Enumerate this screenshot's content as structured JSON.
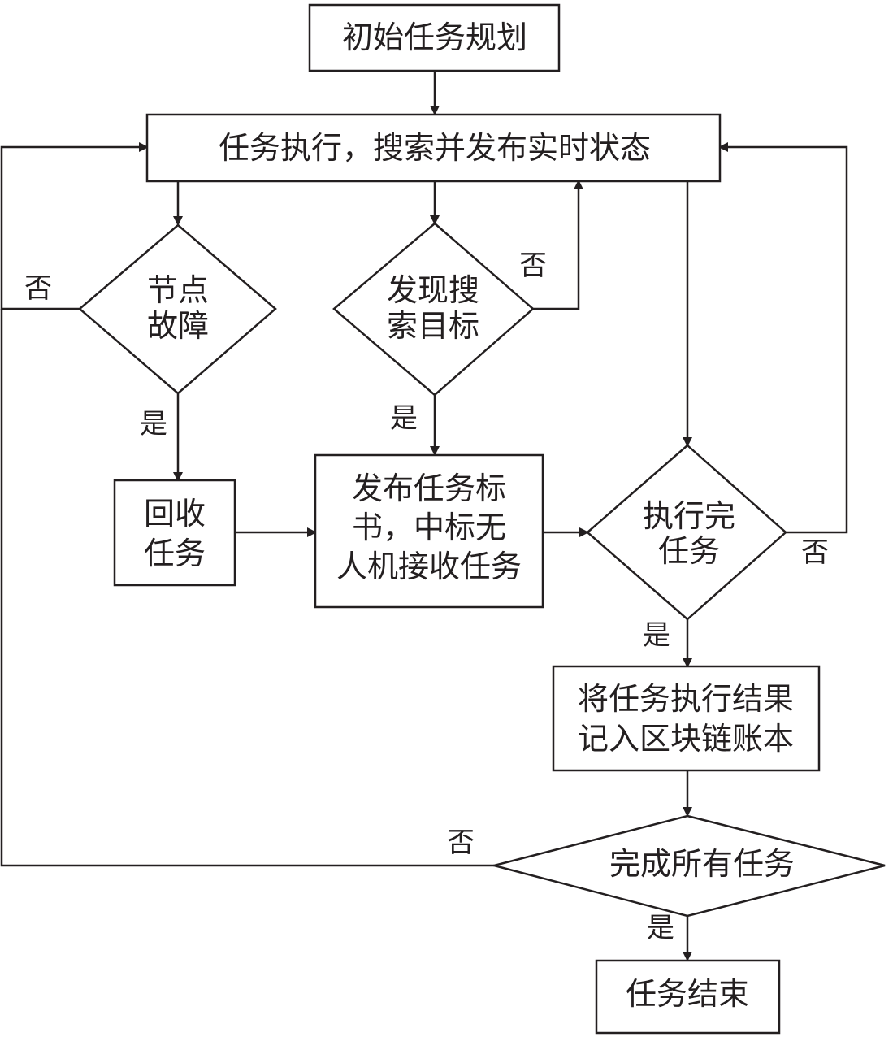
{
  "flowchart": {
    "nodes": {
      "initial_planning": {
        "lines": [
          "初始任务规划"
        ]
      },
      "execute_search": {
        "lines": [
          "任务执行，搜索并发布实时状态"
        ]
      },
      "node_failure": {
        "lines": [
          "节点",
          "故障"
        ]
      },
      "target_found": {
        "lines": [
          "发现搜",
          "索目标"
        ]
      },
      "recover_task": {
        "lines": [
          "回收",
          "任务"
        ]
      },
      "publish_tender": {
        "lines": [
          "发布任务标",
          "书，中标无",
          "人机接收任务"
        ]
      },
      "task_done": {
        "lines": [
          "执行完",
          "任务"
        ]
      },
      "record_ledger": {
        "lines": [
          "将任务执行结果",
          "记入区块链账本"
        ]
      },
      "all_done": {
        "lines": [
          "完成所有任务"
        ]
      },
      "task_end": {
        "lines": [
          "任务结束"
        ]
      }
    },
    "edge_labels": {
      "yes": "是",
      "no": "否"
    }
  }
}
